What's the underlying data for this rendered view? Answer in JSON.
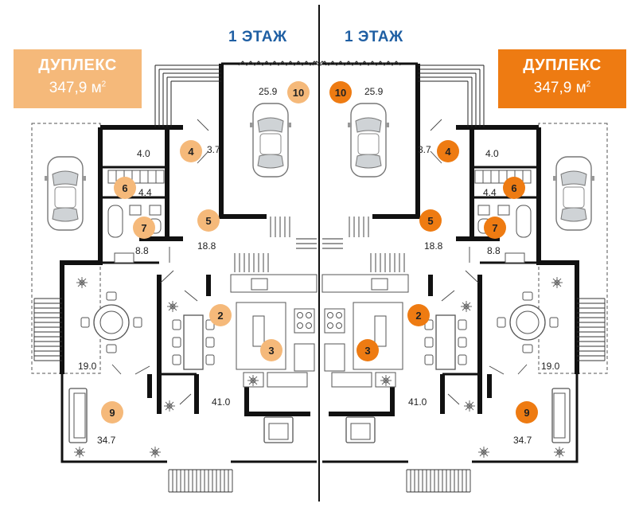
{
  "floor_labels": {
    "left": "1 ЭТАЖ",
    "right": "1 ЭТАЖ"
  },
  "badges": {
    "left": {
      "title": "ДУПЛЕКС",
      "area": "347,9 м",
      "sup": "2",
      "color": "#f5b97a"
    },
    "right": {
      "title": "ДУПЛЕКС",
      "area": "347,9 м",
      "sup": "2",
      "color": "#ee7b12"
    }
  },
  "colors": {
    "wall": "#111111",
    "circle_left": "#f5b97a",
    "circle_right": "#ee7b12",
    "blue": "#1f5fa3"
  },
  "rooms": {
    "left": {
      "garage_area": "25.9",
      "garage_num": "10",
      "r4_area": "4.0",
      "vest_area": "3.7",
      "r4_num": "4",
      "r6_area": "4.4",
      "r6_num": "6",
      "r7_area": "8.8",
      "r7_num": "7",
      "hall_area": "18.8",
      "hall_num": "5",
      "r2_num": "2",
      "r3_num": "3",
      "dining_area": "41.0",
      "bedroom_area": "19.0",
      "living_area": "34.7",
      "living_num": "9"
    },
    "right": {
      "garage_area": "25.9",
      "garage_num": "10",
      "r4_area": "4.0",
      "vest_area": "3.7",
      "r4_num": "4",
      "r6_area": "4.4",
      "r6_num": "6",
      "r7_area": "8.8",
      "r7_num": "7",
      "hall_area": "18.8",
      "hall_num": "5",
      "r2_num": "2",
      "r3_num": "3",
      "dining_area": "41.0",
      "bedroom_area": "19.0",
      "living_area": "34.7",
      "living_num": "9"
    }
  }
}
